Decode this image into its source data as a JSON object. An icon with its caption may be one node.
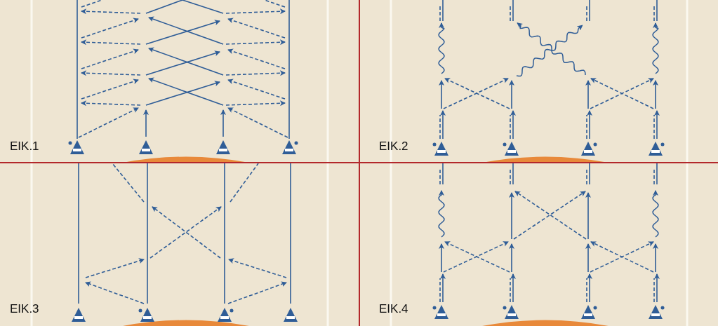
{
  "diagram": {
    "labels": [
      "ΕΙΚ.1",
      "ΕΙΚ.2",
      "ΕΙΚ.3",
      "ΕΙΚ.4"
    ]
  }
}
